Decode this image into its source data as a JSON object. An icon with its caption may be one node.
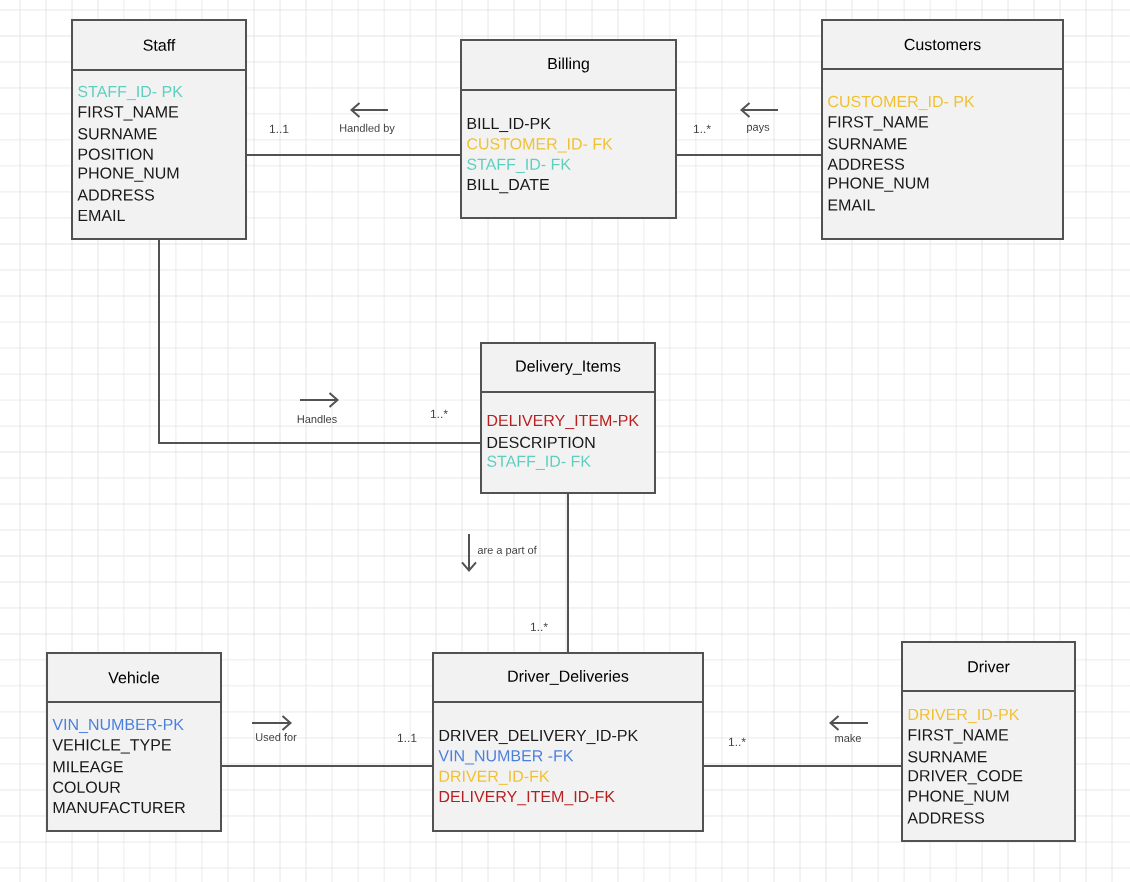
{
  "diagram": {
    "nodes": [
      {
        "text": [
          "Staff",
          "STAFF_ID- PK",
          "FIRST_NAME",
          "SURNAME",
          "POSITION",
          "PHONE_NUM",
          "ADDRESS",
          "EMAIL"
        ]
      },
      {
        "text": [
          "Billing",
          "BILL_ID-PK",
          "CUSTOMER_ID- FK",
          "STAFF_ID- FK",
          "BILL_DATE"
        ]
      },
      {
        "text": [
          "Customers",
          "CUSTOMER_ID- PK",
          "FIRST_NAME",
          "SURNAME",
          "ADDRESS",
          "PHONE_NUM",
          "EMAIL"
        ]
      },
      {
        "text": [
          "Delivery_Items",
          "DELIVERY_ITEM-PK",
          "DESCRIPTION",
          "STAFF_ID- FK"
        ]
      },
      {
        "text": [
          "Vehicle",
          "VIN_NUMBER-PK",
          "VEHICLE_TYPE",
          "MILEAGE",
          "COLOUR",
          "MANUFACTURER"
        ]
      },
      {
        "text": [
          "Driver_Deliveries",
          "DRIVER_DELIVERY_ID-PK",
          "VIN_NUMBER -FK",
          "DRIVER_ID-FK",
          "DELIVERY_ITEM_ID-FK"
        ]
      },
      {
        "text": [
          "Driver",
          "DRIVER_ID-PK",
          "FIRST_NAME",
          "SURNAME",
          "DRIVER_CODE",
          "PHONE_NUM",
          "ADDRESS"
        ]
      }
    ],
    "edges": [
      {
        "from": 0,
        "to": 1,
        "arrow": "none",
        "label": "Handled by"
      },
      {
        "from": 1,
        "to": 2,
        "arrow": "none",
        "label": "pays"
      },
      {
        "from": 0,
        "to": 3,
        "arrow": "none",
        "label": "Handles"
      },
      {
        "from": 3,
        "to": 5,
        "arrow": "none",
        "label": "are a part of"
      },
      {
        "from": 4,
        "to": 5,
        "arrow": "none",
        "label": "Used for"
      },
      {
        "from": 6,
        "to": 5,
        "arrow": "none",
        "label": "make"
      }
    ],
    "labels": [
      "1..1",
      "1..*",
      "1..*",
      "1..*",
      "1..1",
      "1..*"
    ]
  }
}
